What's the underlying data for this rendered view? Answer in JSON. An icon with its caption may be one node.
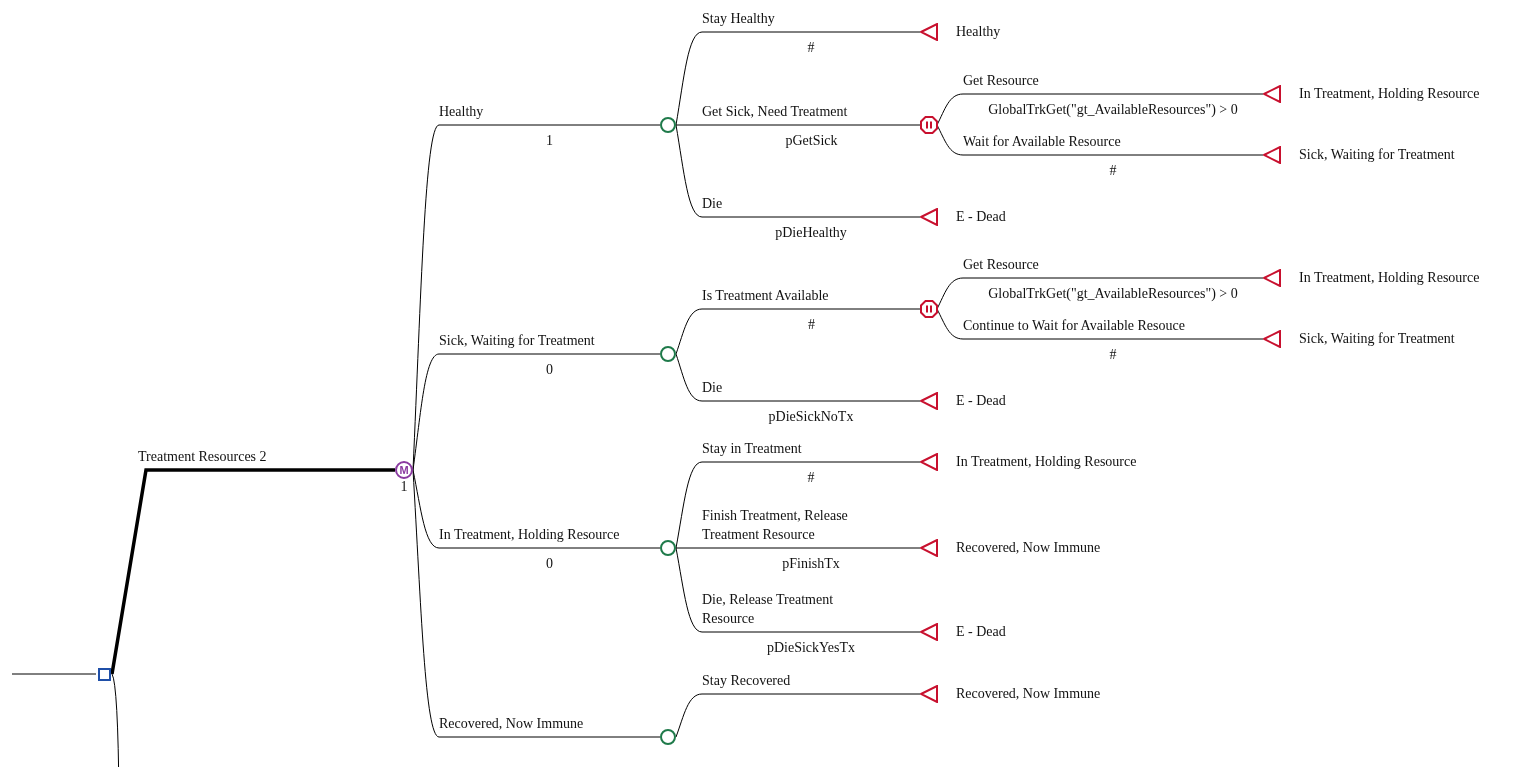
{
  "diagram": {
    "nodes": [
      {
        "text": [],
        "shape": "box"
      },
      {
        "text": [
          "M"
        ]
      },
      {
        "text": [],
        "shape": "circle"
      },
      {
        "text": [
          "Healthy"
        ]
      },
      {
        "text": [],
        "shape": "octagon"
      },
      {
        "text": [
          "In Treatment, Holding Resource"
        ]
      },
      {
        "text": [
          "Sick, Waiting for Treatment"
        ]
      },
      {
        "text": [
          "E - Dead"
        ]
      },
      {
        "text": [],
        "shape": "circle"
      },
      {
        "text": [],
        "shape": "octagon"
      },
      {
        "text": [
          "In Treatment, Holding Resource"
        ]
      },
      {
        "text": [
          "Sick, Waiting for Treatment"
        ]
      },
      {
        "text": [
          "E - Dead"
        ]
      },
      {
        "text": [],
        "shape": "circle"
      },
      {
        "text": [
          "In Treatment, Holding Resource"
        ]
      },
      {
        "text": [
          "Recovered, Now Immune"
        ]
      },
      {
        "text": [
          "E - Dead"
        ]
      },
      {
        "text": [],
        "shape": "circle"
      },
      {
        "text": [
          "Recovered, Now Immune"
        ]
      }
    ],
    "edges": [
      {
        "from": null,
        "to": 0,
        "arrow": "none"
      },
      {
        "from": 0,
        "to": 1,
        "arrow": "none",
        "style": "thick",
        "label": "Treatment Resources 2"
      },
      {
        "from": 0,
        "to": null,
        "arrow": "none"
      },
      {
        "from": 1,
        "to": 2,
        "arrow": "none",
        "label": "Healthy"
      },
      {
        "from": 2,
        "to": 3,
        "arrow": "none",
        "label": "Stay Healthy"
      },
      {
        "from": 2,
        "to": 4,
        "arrow": "none",
        "label": "Get Sick, Need Treatment"
      },
      {
        "from": 4,
        "to": 5,
        "arrow": "none",
        "label": "Get Resource"
      },
      {
        "from": 4,
        "to": 6,
        "arrow": "none",
        "label": "Wait for Available Resource"
      },
      {
        "from": 2,
        "to": 7,
        "arrow": "none",
        "label": "Die"
      },
      {
        "from": 1,
        "to": 8,
        "arrow": "none",
        "label": "Sick, Waiting for Treatment"
      },
      {
        "from": 8,
        "to": 9,
        "arrow": "none",
        "label": "Is Treatment Available"
      },
      {
        "from": 9,
        "to": 10,
        "arrow": "none",
        "label": "Get Resource"
      },
      {
        "from": 9,
        "to": 11,
        "arrow": "none",
        "label": "Continue to Wait for Available Resouce"
      },
      {
        "from": 8,
        "to": 12,
        "arrow": "none",
        "label": "Die"
      },
      {
        "from": 1,
        "to": 13,
        "arrow": "none",
        "label": "In Treatment, Holding Resource"
      },
      {
        "from": 13,
        "to": 14,
        "arrow": "none",
        "label": "Stay in Treatment"
      },
      {
        "from": 13,
        "to": 15,
        "arrow": "none",
        "label": "Finish Treatment, Release Treatment Resource"
      },
      {
        "from": 13,
        "to": 16,
        "arrow": "none",
        "label": "Die, Release Treatment Resource"
      },
      {
        "from": 1,
        "to": 17,
        "arrow": "none",
        "label": "Recovered, Now Immune"
      },
      {
        "from": 17,
        "to": 18,
        "arrow": "none",
        "label": "Stay Recovered"
      }
    ],
    "labels": [
      "1",
      "1",
      "#",
      "pGetSick",
      "GlobalTrkGet(\"gt_AvailableResources\") > 0",
      "#",
      "pDieHealthy",
      "0",
      "#",
      "GlobalTrkGet(\"gt_AvailableResources\") > 0",
      "#",
      "pDieSickNoTx",
      "0",
      "#",
      "pFinishTx",
      "pDieSickYesTx"
    ]
  }
}
